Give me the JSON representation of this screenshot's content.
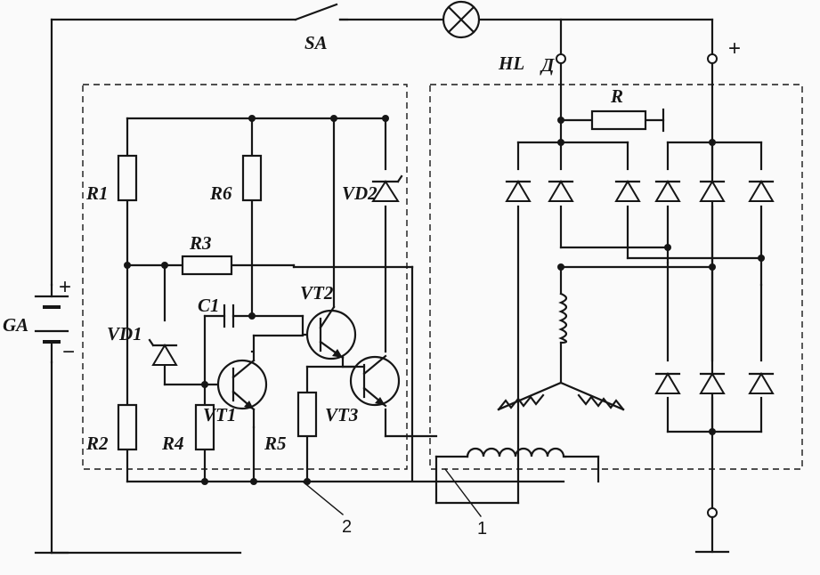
{
  "background_text": [
    "",
    "",
    "",
    "",
    "",
    "",
    "",
    "",
    "",
    "",
    "",
    "",
    "",
    "",
    "",
    "",
    "",
    "",
    "",
    ""
  ],
  "labels": {
    "SA": "SA",
    "HL": "HL",
    "D": "Д",
    "R": "R",
    "R1": "R1",
    "R2": "R2",
    "R3": "R3",
    "R4": "R4",
    "R5": "R5",
    "R6": "R6",
    "C1": "C1",
    "VD1": "VD1",
    "VD2": "VD2",
    "VT1": "VT1",
    "VT2": "VT2",
    "VT3": "VT3",
    "GA": "GA",
    "plus_ga": "+",
    "minus_ga": "−",
    "plus_right": "+",
    "callout_1": "1",
    "callout_2": "2"
  }
}
